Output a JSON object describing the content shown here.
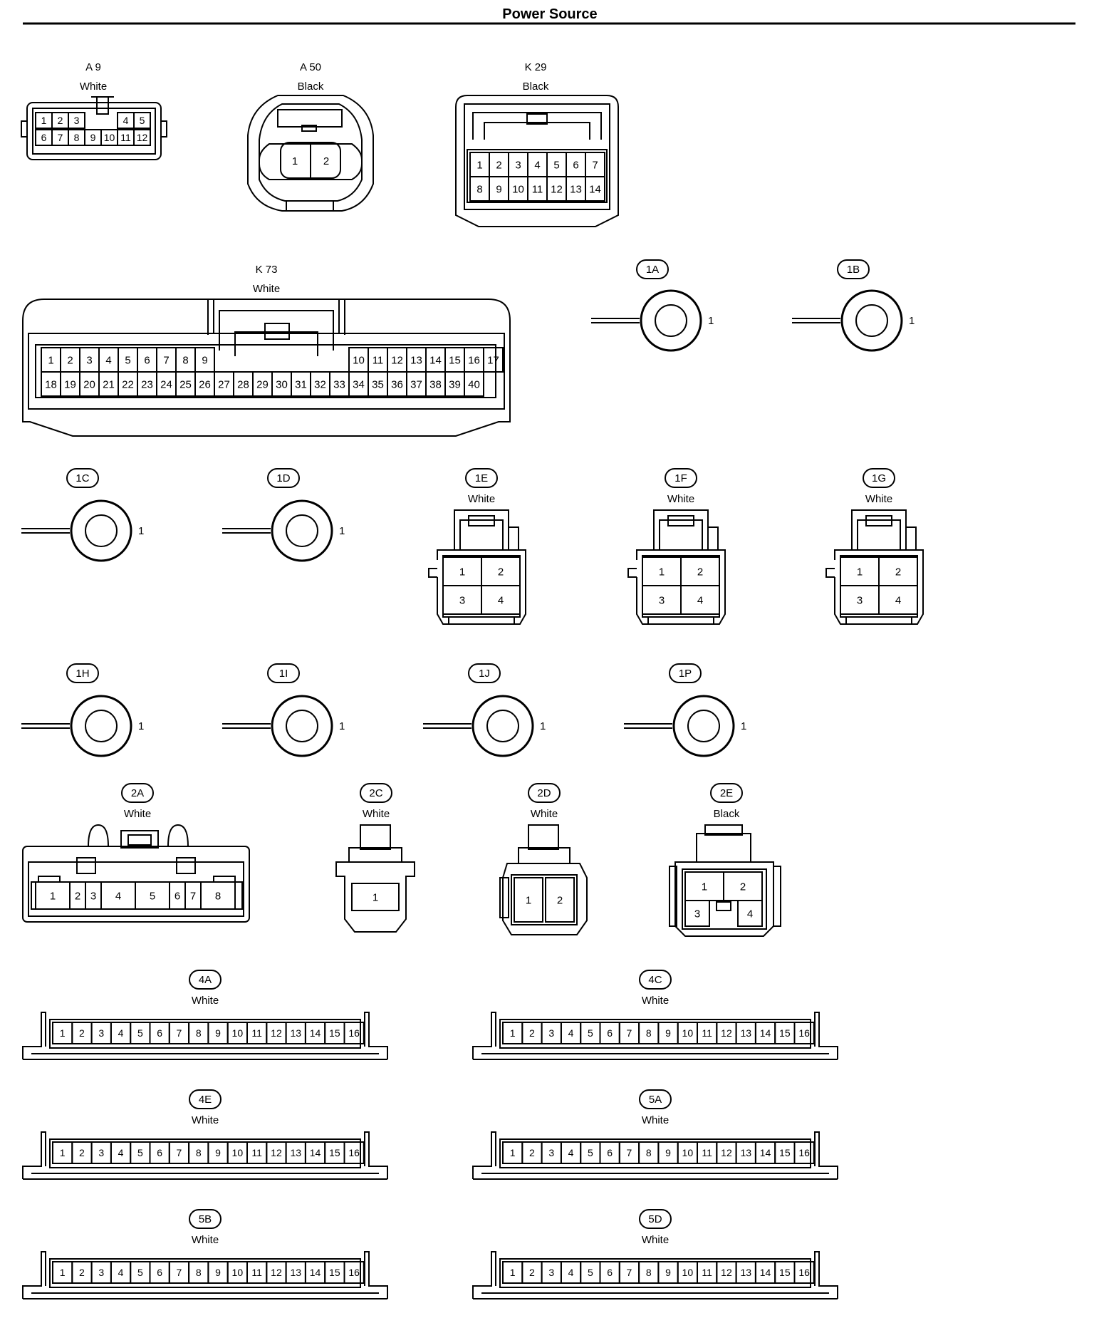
{
  "title": "Power Source",
  "connectors": {
    "A9": {
      "code": "A 9",
      "color": "White",
      "pins": [
        "1",
        "2",
        "3",
        "4",
        "5",
        "6",
        "7",
        "8",
        "9",
        "10",
        "11",
        "12"
      ]
    },
    "A50": {
      "code": "A 50",
      "color": "Black",
      "pins": [
        "1",
        "2"
      ]
    },
    "K29": {
      "code": "K 29",
      "color": "Black",
      "pins": [
        "1",
        "2",
        "3",
        "4",
        "5",
        "6",
        "7",
        "8",
        "9",
        "10",
        "11",
        "12",
        "13",
        "14"
      ]
    },
    "K73": {
      "code": "K 73",
      "color": "White",
      "pins": [
        "1",
        "2",
        "3",
        "4",
        "5",
        "6",
        "7",
        "8",
        "9",
        "10",
        "11",
        "12",
        "13",
        "14",
        "15",
        "16",
        "17",
        "18",
        "19",
        "20",
        "21",
        "22",
        "23",
        "24",
        "25",
        "26",
        "27",
        "28",
        "29",
        "30",
        "31",
        "32",
        "33",
        "34",
        "35",
        "36",
        "37",
        "38",
        "39",
        "40"
      ]
    },
    "1A": {
      "code": "1A",
      "pin": "1"
    },
    "1B": {
      "code": "1B",
      "pin": "1"
    },
    "1C": {
      "code": "1C",
      "pin": "1"
    },
    "1D": {
      "code": "1D",
      "pin": "1"
    },
    "1E": {
      "code": "1E",
      "color": "White",
      "pins": [
        "1",
        "2",
        "3",
        "4"
      ]
    },
    "1F": {
      "code": "1F",
      "color": "White",
      "pins": [
        "1",
        "2",
        "3",
        "4"
      ]
    },
    "1G": {
      "code": "1G",
      "color": "White",
      "pins": [
        "1",
        "2",
        "3",
        "4"
      ]
    },
    "1H": {
      "code": "1H",
      "pin": "1"
    },
    "1I": {
      "code": "1I",
      "pin": "1"
    },
    "1J": {
      "code": "1J",
      "pin": "1"
    },
    "1P": {
      "code": "1P",
      "pin": "1"
    },
    "2A": {
      "code": "2A",
      "color": "White",
      "pins": [
        "1",
        "2",
        "3",
        "4",
        "5",
        "6",
        "7",
        "8"
      ]
    },
    "2C": {
      "code": "2C",
      "color": "White",
      "pins": [
        "1"
      ]
    },
    "2D": {
      "code": "2D",
      "color": "White",
      "pins": [
        "1",
        "2"
      ]
    },
    "2E": {
      "code": "2E",
      "color": "Black",
      "pins": [
        "1",
        "2",
        "3",
        "4"
      ]
    },
    "4A": {
      "code": "4A",
      "color": "White",
      "pins": [
        "1",
        "2",
        "3",
        "4",
        "5",
        "6",
        "7",
        "8",
        "9",
        "10",
        "11",
        "12",
        "13",
        "14",
        "15",
        "16"
      ]
    },
    "4C": {
      "code": "4C",
      "color": "White",
      "pins": [
        "1",
        "2",
        "3",
        "4",
        "5",
        "6",
        "7",
        "8",
        "9",
        "10",
        "11",
        "12",
        "13",
        "14",
        "15",
        "16"
      ]
    },
    "4E": {
      "code": "4E",
      "color": "White",
      "pins": [
        "1",
        "2",
        "3",
        "4",
        "5",
        "6",
        "7",
        "8",
        "9",
        "10",
        "11",
        "12",
        "13",
        "14",
        "15",
        "16"
      ]
    },
    "5A": {
      "code": "5A",
      "color": "White",
      "pins": [
        "1",
        "2",
        "3",
        "4",
        "5",
        "6",
        "7",
        "8",
        "9",
        "10",
        "11",
        "12",
        "13",
        "14",
        "15",
        "16"
      ]
    },
    "5B": {
      "code": "5B",
      "color": "White",
      "pins": [
        "1",
        "2",
        "3",
        "4",
        "5",
        "6",
        "7",
        "8",
        "9",
        "10",
        "11",
        "12",
        "13",
        "14",
        "15",
        "16"
      ]
    },
    "5D": {
      "code": "5D",
      "color": "White",
      "pins": [
        "1",
        "2",
        "3",
        "4",
        "5",
        "6",
        "7",
        "8",
        "9",
        "10",
        "11",
        "12",
        "13",
        "14",
        "15",
        "16"
      ]
    }
  }
}
